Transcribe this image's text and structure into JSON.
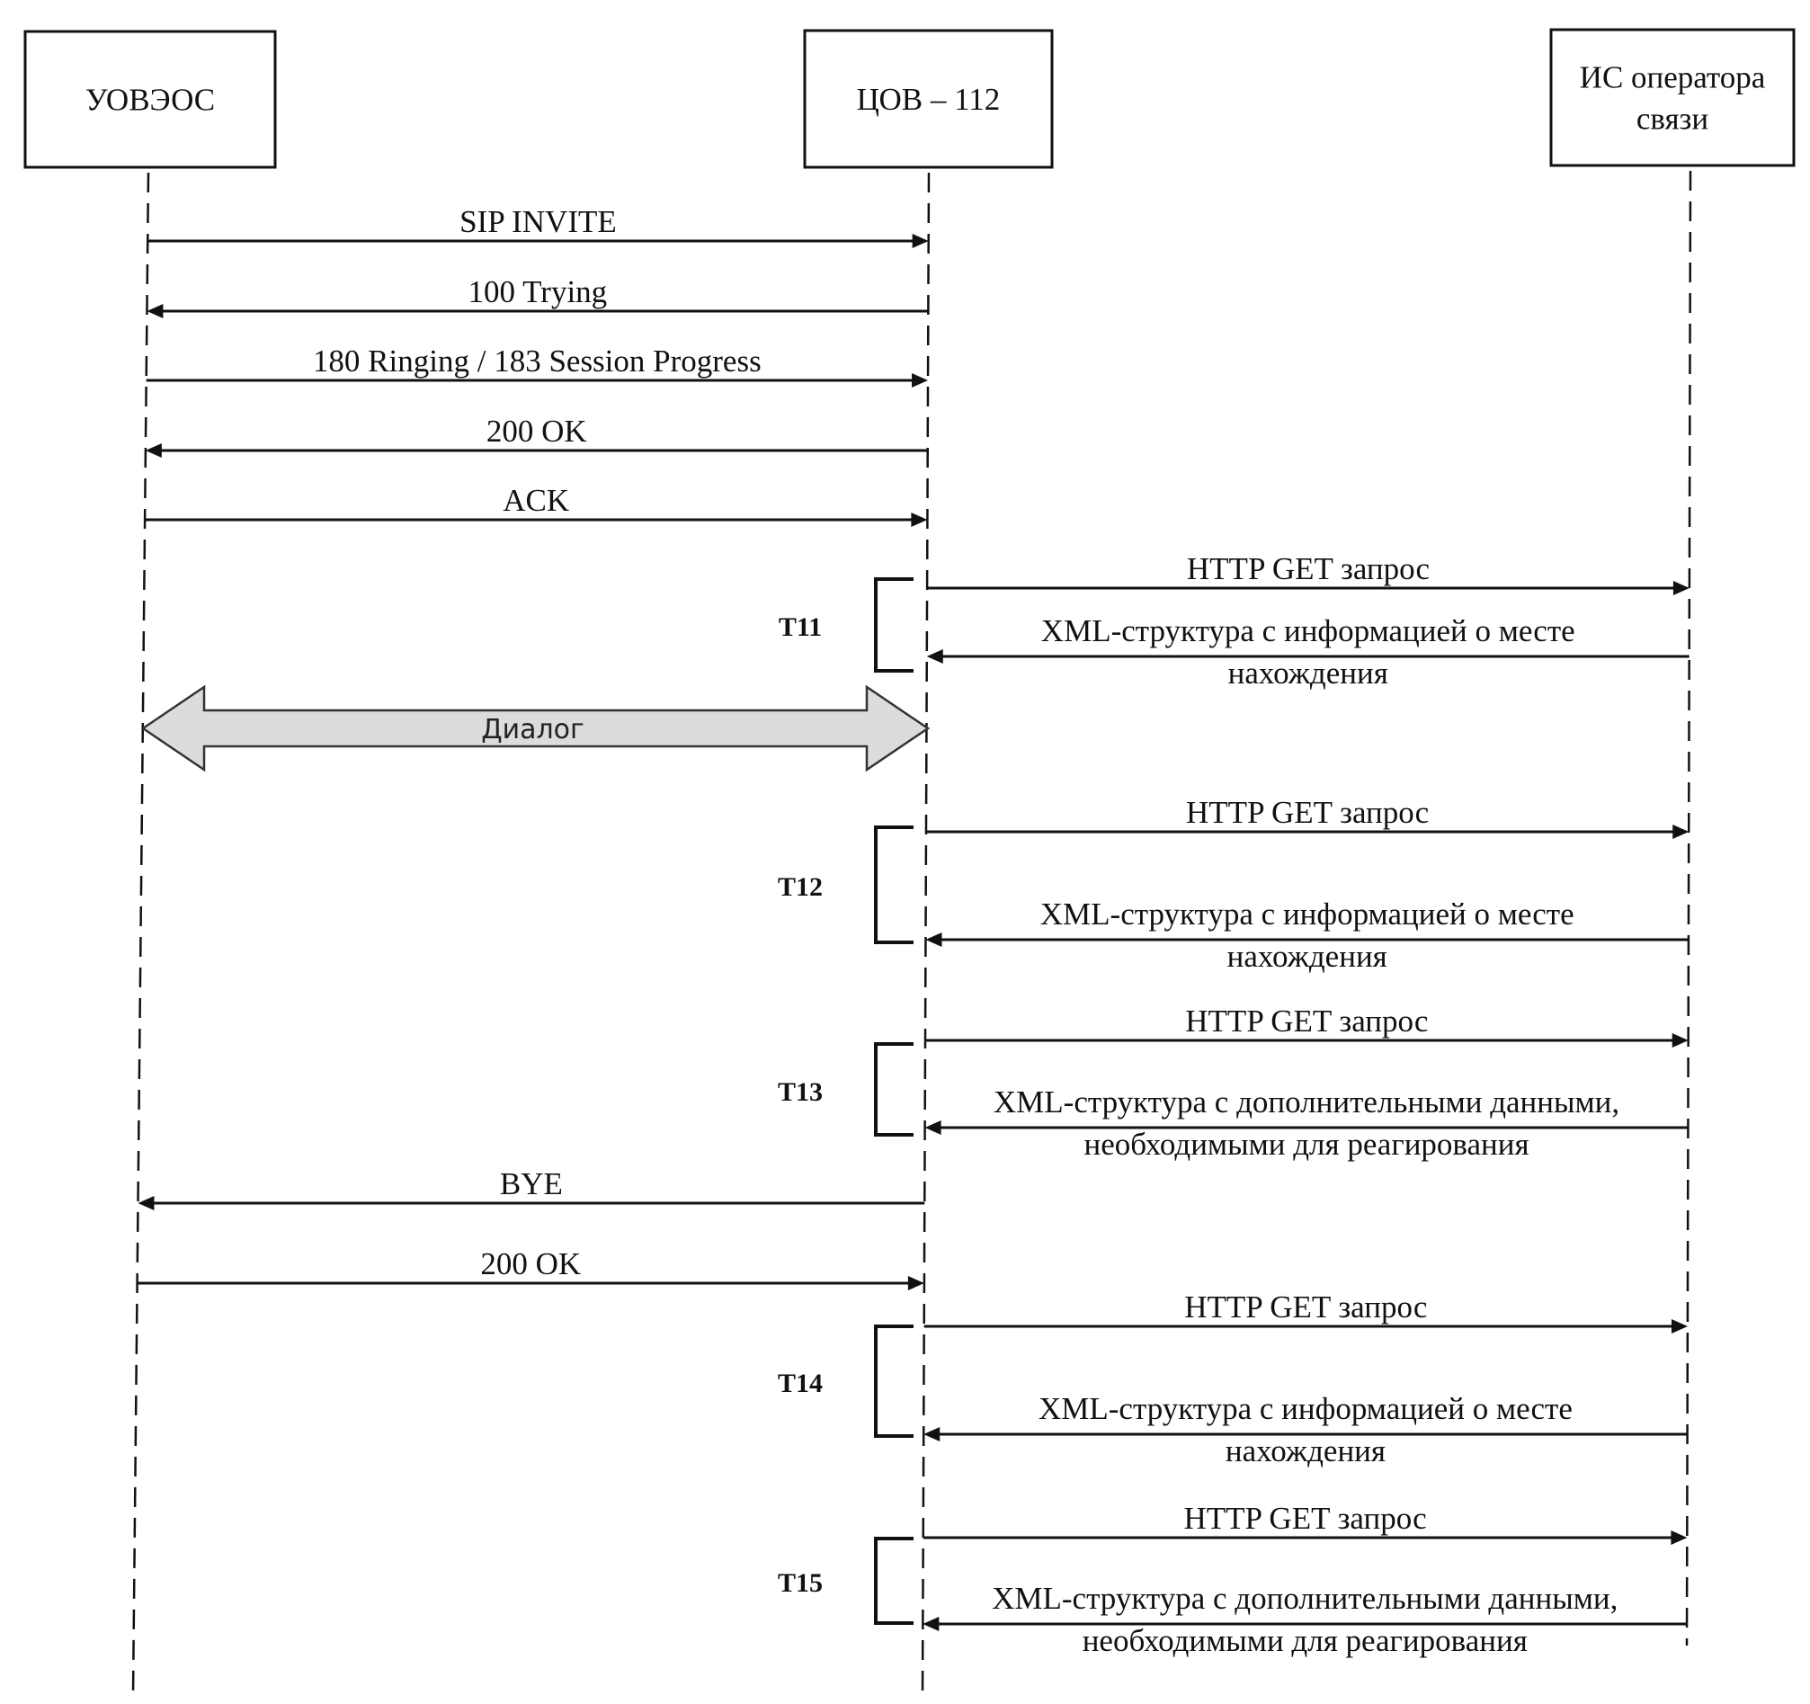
{
  "diagram": {
    "type": "sequence",
    "participants": [
      {
        "id": "uoveos",
        "lines": [
          "УОВЭОС"
        ]
      },
      {
        "id": "cov112",
        "lines": [
          "ЦОВ – 112"
        ]
      },
      {
        "id": "is_operator",
        "lines": [
          "ИС оператора",
          "связи"
        ]
      }
    ],
    "messages": [
      {
        "from": "uoveos",
        "to": "cov112",
        "lines": [
          "SIP INVITE"
        ]
      },
      {
        "from": "cov112",
        "to": "uoveos",
        "lines": [
          "100 Trying"
        ]
      },
      {
        "from": "uoveos",
        "to": "cov112",
        "lines": [
          "180 Ringing / 183 Session Progress"
        ]
      },
      {
        "from": "cov112",
        "to": "uoveos",
        "lines": [
          "200 OK"
        ]
      },
      {
        "from": "uoveos",
        "to": "cov112",
        "lines": [
          "ACK"
        ]
      },
      {
        "from": "cov112",
        "to": "is_operator",
        "lines": [
          "HTTP GET запрос"
        ]
      },
      {
        "from": "is_operator",
        "to": "cov112",
        "lines": [
          "XML-структура с информацией о месте",
          "нахождения"
        ]
      },
      {
        "from": "cov112",
        "to": "is_operator",
        "lines": [
          "HTTP GET запрос"
        ]
      },
      {
        "from": "is_operator",
        "to": "cov112",
        "lines": [
          "XML-структура с информацией о месте",
          "нахождения"
        ]
      },
      {
        "from": "cov112",
        "to": "is_operator",
        "lines": [
          "HTTP GET запрос"
        ]
      },
      {
        "from": "is_operator",
        "to": "cov112",
        "lines": [
          "XML-структура с дополнительными данными,",
          "необходимыми для реагирования"
        ]
      },
      {
        "from": "cov112",
        "to": "uoveos",
        "lines": [
          "BYE"
        ]
      },
      {
        "from": "uoveos",
        "to": "cov112",
        "lines": [
          "200 OK"
        ]
      },
      {
        "from": "cov112",
        "to": "is_operator",
        "lines": [
          "HTTP GET запрос"
        ]
      },
      {
        "from": "is_operator",
        "to": "cov112",
        "lines": [
          "XML-структура с информацией о месте",
          "нахождения"
        ]
      },
      {
        "from": "cov112",
        "to": "is_operator",
        "lines": [
          "HTTP GET запрос"
        ]
      },
      {
        "from": "is_operator",
        "to": "cov112",
        "lines": [
          "XML-структура с дополнительными данными,",
          "необходимыми для реагирования"
        ]
      }
    ],
    "dialog": {
      "label": "Диалог",
      "between": [
        "uoveos",
        "cov112"
      ]
    },
    "timers": [
      {
        "label": "T11",
        "messages": [
          5,
          6
        ]
      },
      {
        "label": "T12",
        "messages": [
          7,
          8
        ]
      },
      {
        "label": "T13",
        "messages": [
          9,
          10
        ]
      },
      {
        "label": "T14",
        "messages": [
          13,
          14
        ]
      },
      {
        "label": "T15",
        "messages": [
          15,
          16
        ]
      }
    ]
  }
}
